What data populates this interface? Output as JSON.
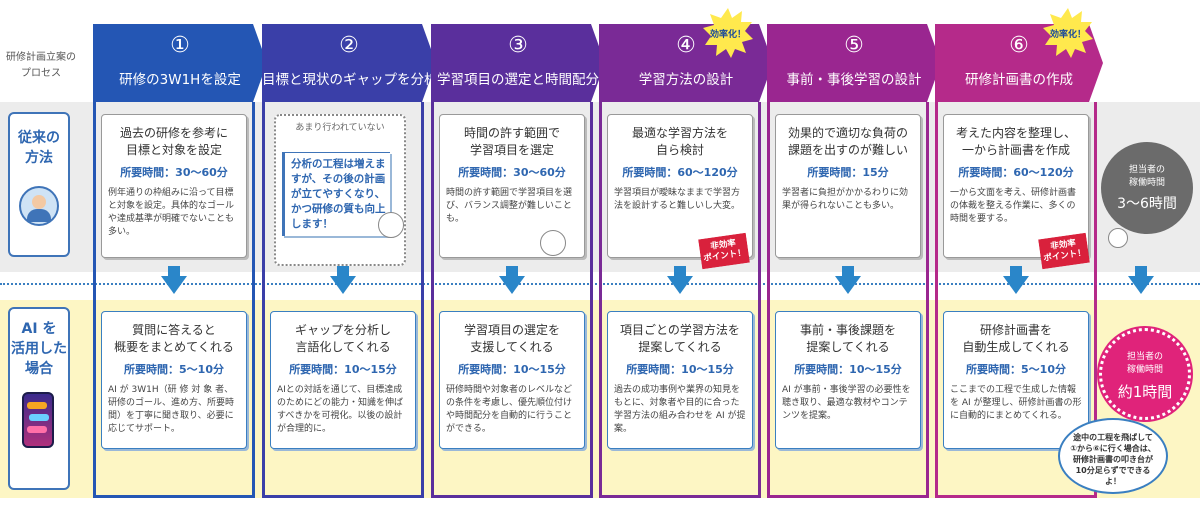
{
  "process_label": "研修計画立案の\nプロセス",
  "row_old": "従来の\n方法",
  "row_ai": "AI を\n活用した\n場合",
  "steps": [
    {
      "num": "①",
      "title": "研修の3W1Hを設定",
      "color": "#2456b4",
      "old_head": "過去の研修を参考に\n目標と対象を設定",
      "old_time": "所要時間：30～60分",
      "old_desc": "例年通りの枠組みに沿って目標と対象を設定。具体的なゴールや達成基準が明確でないことも多い。",
      "ai_head": "質問に答えると\n概要をまとめてくれる",
      "ai_time": "所要時間：5～10分",
      "ai_desc": "AI が 3W1H（研 修 対 象 者、研修のゴール、進め方、所要時間）を丁寧に聞き取り、必要に応じてサポート。"
    },
    {
      "num": "②",
      "title": "目標と現状のギャップを分析",
      "color": "#3a3fa8",
      "rare": "あまり行われていない",
      "note": "分析の工程は増えますが、その後の計画が立てやすくなり、かつ研修の質も向上します！",
      "ai_head": "ギャップを分析し\n言語化してくれる",
      "ai_time": "所要時間：10～15分",
      "ai_desc": "AIとの対話を通じて、目標達成のためにどの能力・知識を伸ばすべきかを可視化。以後の設計が合理的に。"
    },
    {
      "num": "③",
      "title": "学習項目の選定と時間配分",
      "color": "#5a2f9c",
      "old_head": "時間の許す範囲で\n学習項目を選定",
      "old_time": "所要時間：30～60分",
      "old_desc": "時間の許す範囲で学習項目を選び、バランス調整が難しいことも。",
      "ai_head": "学習項目の選定を\n支援してくれる",
      "ai_time": "所要時間：10～15分",
      "ai_desc": "研修時間や対象者のレベルなどの条件を考慮し、優先順位付けや時間配分を自動的に行うことができる。"
    },
    {
      "num": "④",
      "title": "学習方法の設計",
      "color": "#7a2a96",
      "old_head": "最適な学習方法を\n自ら検討",
      "old_time": "所要時間：60～120分",
      "old_desc": "学習項目が曖昧なままで学習方法を設計すると難しいし大変。",
      "ai_head": "項目ごとの学習方法を\n提案してくれる",
      "ai_time": "所要時間：10～15分",
      "ai_desc": "過去の成功事例や業界の知見をもとに、対象者や目的に合った学習方法の組み合わせを AI が提案。"
    },
    {
      "num": "⑤",
      "title": "事前・事後学習の設計",
      "color": "#9a2690",
      "old_head": "効果的で適切な負荷の\n課題を出すのが難しい",
      "old_time": "所要時間：15分",
      "old_desc": "学習者に負担がかかるわりに効果が得られないことも多い。",
      "ai_head": "事前・事後課題を\n提案してくれる",
      "ai_time": "所要時間：10～15分",
      "ai_desc": "AI が事前・事後学習の必要性を聴き取り、最適な教材やコンテンツを提案。"
    },
    {
      "num": "⑥",
      "title": "研修計画書の作成",
      "color": "#b52a8a",
      "old_head": "考えた内容を整理し、\n一から計画書を作成",
      "old_time": "所要時間：60～120分",
      "old_desc": "一から文面を考え、研修計画書の体裁を整える作業に、多くの時間を要する。",
      "ai_head": "研修計画書を\n自動生成してくれる",
      "ai_time": "所要時間：5～10分",
      "ai_desc": "ここまでの工程で生成した情報を AI が整理し、研修計画書の形に自動的にまとめてくれる。"
    }
  ],
  "efficiency_label": "効率化！",
  "inefficiency_label": "非効率\nポイント！",
  "old_total_l1": "担当者の\n稼働時間",
  "old_total_l2": "3～6時間",
  "ai_total_l1": "担当者の\n稼働時間",
  "ai_total_l2": "約1時間",
  "cloud_note": "途中の工程を飛ばして①から⑥に行く場合は、研修計画書の叩き台が10分足らずでできるよ！"
}
